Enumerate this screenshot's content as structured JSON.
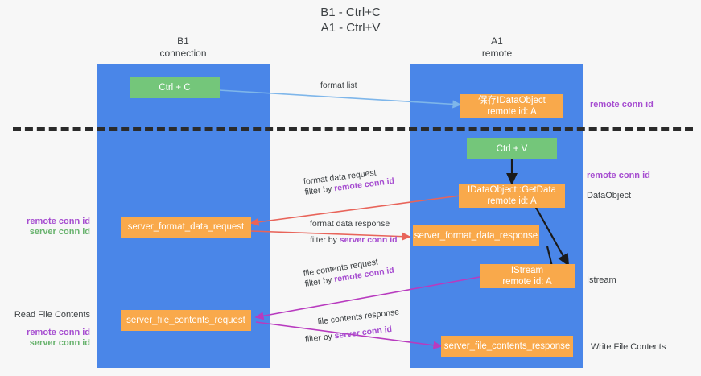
{
  "title": {
    "line1": "B1 - Ctrl+C",
    "line2": "A1 - Ctrl+V"
  },
  "lanes": [
    {
      "id": "left",
      "name": "B1",
      "role": "connection"
    },
    {
      "id": "right",
      "name": "A1",
      "role": "remote"
    }
  ],
  "boxes": {
    "ctrl_c": {
      "label": "Ctrl + C",
      "sub": ""
    },
    "ctrl_v": {
      "label": "Ctrl + V",
      "sub": ""
    },
    "save_dataobject": {
      "label": "保存IDataObject",
      "sub": "remote id: A"
    },
    "getdata": {
      "label": "IDataObject::GetData",
      "sub": "remote id: A"
    },
    "istream": {
      "label": "IStream",
      "sub": "remote id: A"
    },
    "server_format_data_request": {
      "label": "server_format_data_request",
      "sub": ""
    },
    "server_format_data_response": {
      "label": "server_format_data_response",
      "sub": ""
    },
    "server_file_contents_request": {
      "label": "server_file_contents_request",
      "sub": ""
    },
    "server_file_contents_response": {
      "label": "server_file_contents_response",
      "sub": ""
    }
  },
  "arrow_labels": {
    "format_list": {
      "text": "format list"
    },
    "format_data_request": {
      "line1": "format data request",
      "line2_pre": "filter by ",
      "line2_hl": "remote conn id"
    },
    "format_data_response": {
      "line1": "format data response",
      "line2_pre": "filter by ",
      "line2_hl": "server conn id"
    },
    "file_contents_request": {
      "line1": "file contents request",
      "line2_pre": "filter by ",
      "line2_hl": "remote conn id"
    },
    "file_contents_response": {
      "line1": "file contents response",
      "line2_pre": "filter by ",
      "line2_hl": "server conn id"
    }
  },
  "side_labels": {
    "right_remote_conn_top": "remote conn id",
    "right_remote_conn_mid": "remote conn id",
    "right_dataobject": "DataObject",
    "right_istream": "Istream",
    "right_write_file": "Write File Contents",
    "left_remote_conn_mid": "remote conn id",
    "left_server_conn_mid": "server conn id",
    "left_read_file": "Read File Contents",
    "left_remote_conn_bot": "remote conn id",
    "left_server_conn_bot": "server conn id"
  },
  "colors": {
    "lane_blue": "#4a86e8",
    "box_orange": "#f9a94b",
    "box_green": "#74c67a",
    "purple": "#a64dd0",
    "green_text": "#69b36e",
    "arrow_blue": "#7eb6ea",
    "arrow_red": "#e8645a",
    "arrow_magenta": "#b83bbf",
    "arrow_black": "#1a1a1a",
    "divider": "#2b2b2b",
    "background": "#f7f7f7"
  }
}
